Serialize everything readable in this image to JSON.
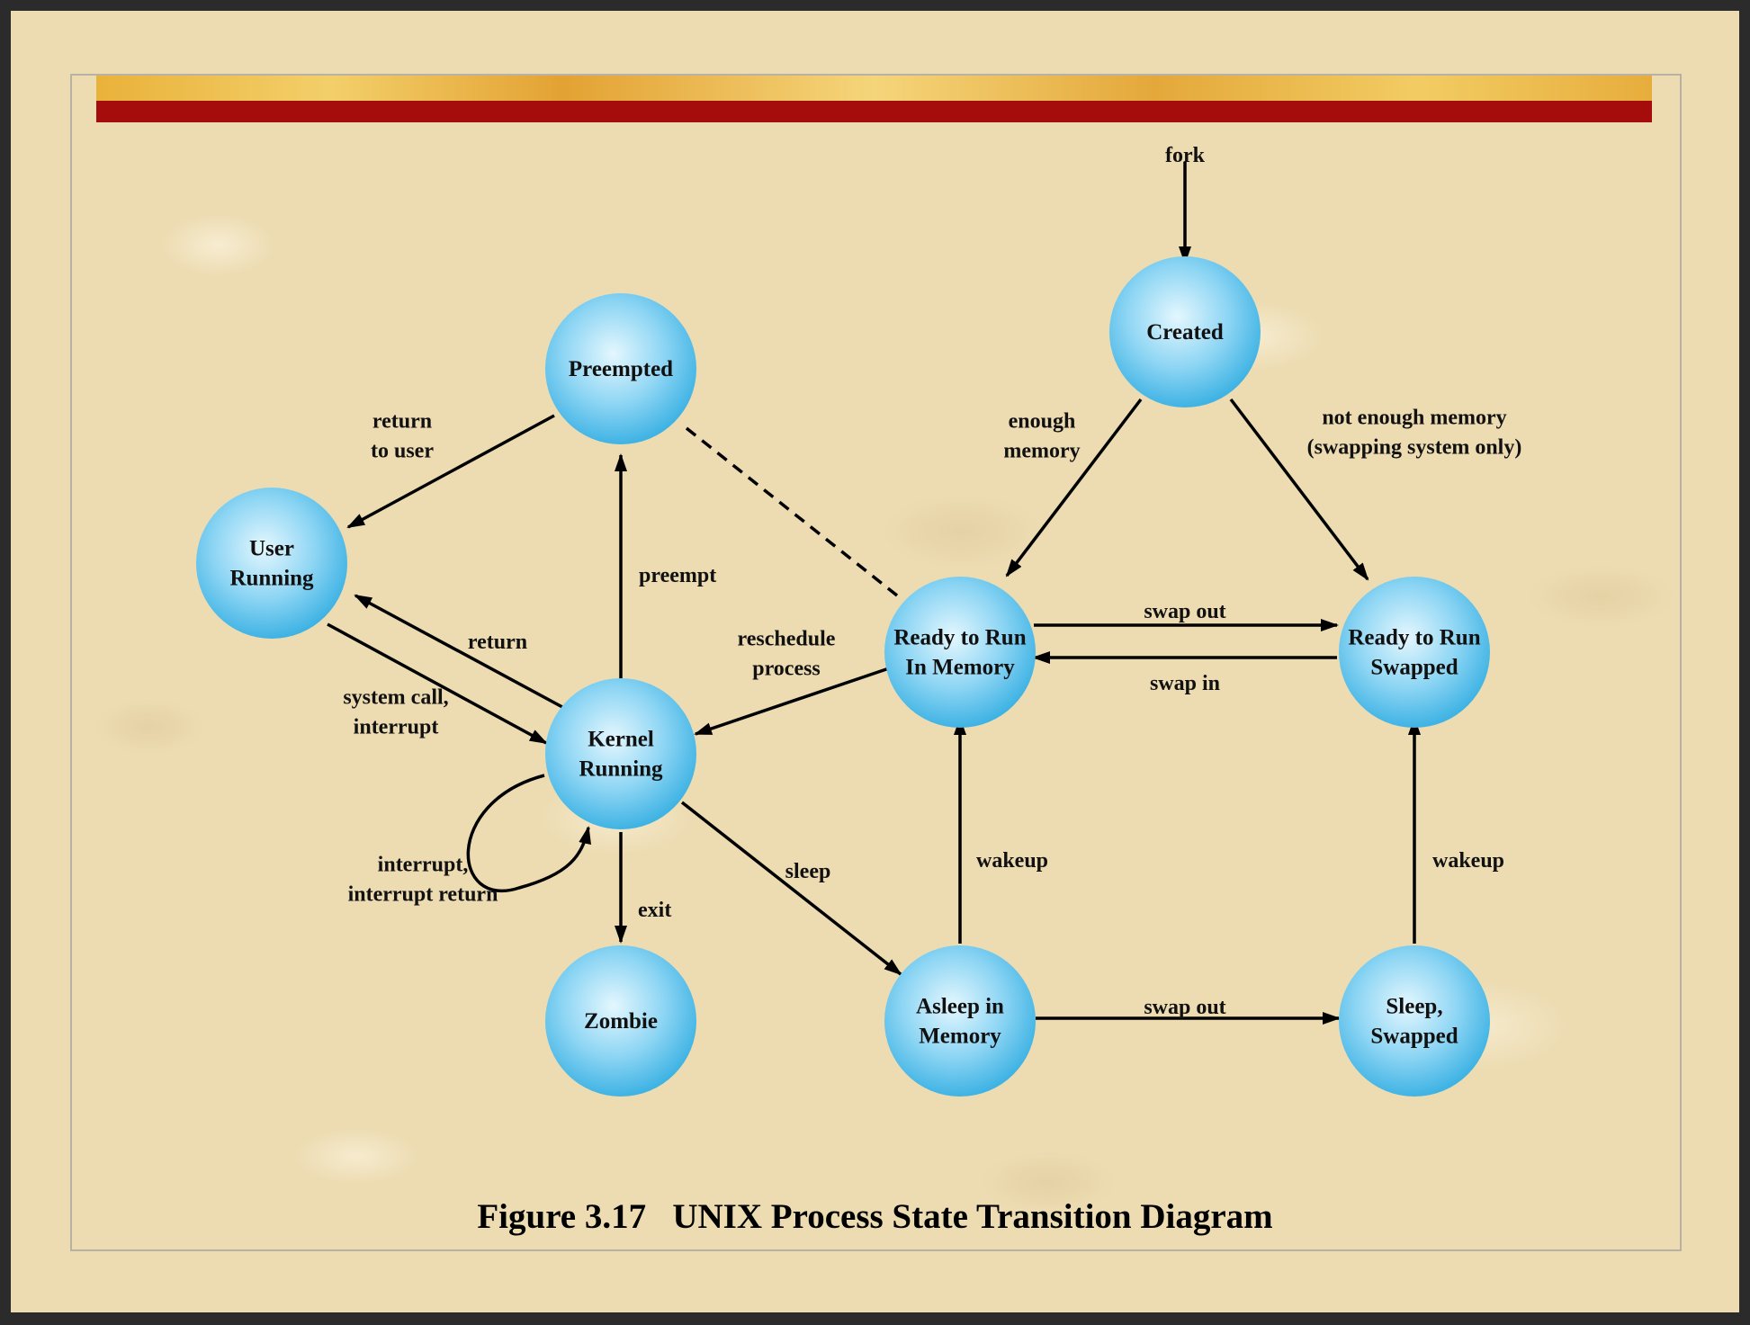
{
  "diagram": {
    "states": {
      "created": [
        "Created"
      ],
      "preempted": [
        "Preempted"
      ],
      "user_running": [
        "User",
        "Running"
      ],
      "kernel_running": [
        "Kernel",
        "Running"
      ],
      "ready_mem": [
        "Ready to Run",
        "In Memory"
      ],
      "ready_swapped": [
        "Ready to Run",
        "Swapped"
      ],
      "zombie": [
        "Zombie"
      ],
      "asleep_mem": [
        "Asleep in",
        "Memory"
      ],
      "sleep_swapped": [
        "Sleep,",
        "Swapped"
      ]
    },
    "labels": {
      "fork": [
        "fork"
      ],
      "enough_memory": [
        "enough",
        "memory"
      ],
      "not_enough_memory": [
        "not enough memory",
        "(swapping system only)"
      ],
      "return_to_user": [
        "return",
        "to user"
      ],
      "preempt": [
        "preempt"
      ],
      "return": [
        "return"
      ],
      "reschedule": [
        "reschedule",
        "process"
      ],
      "swap_out_top": [
        "swap out"
      ],
      "swap_in": [
        "swap in"
      ],
      "system_call": [
        "system call,",
        "interrupt"
      ],
      "interrupt_return": [
        "interrupt,",
        "interrupt return"
      ],
      "exit": [
        "exit"
      ],
      "sleep": [
        "sleep"
      ],
      "wakeup_mem": [
        "wakeup"
      ],
      "wakeup_swapped": [
        "wakeup"
      ],
      "swap_out_bottom": [
        "swap out"
      ]
    },
    "caption": "Figure 3.17   UNIX Process State Transition Diagram"
  },
  "colors": {
    "state_fill_center": "#d9f3fd",
    "state_fill_edge": "#3fb6e6",
    "title_band_gold": "#e9b23a",
    "title_band_red": "#a50d0d",
    "background": "#eddcb2"
  }
}
